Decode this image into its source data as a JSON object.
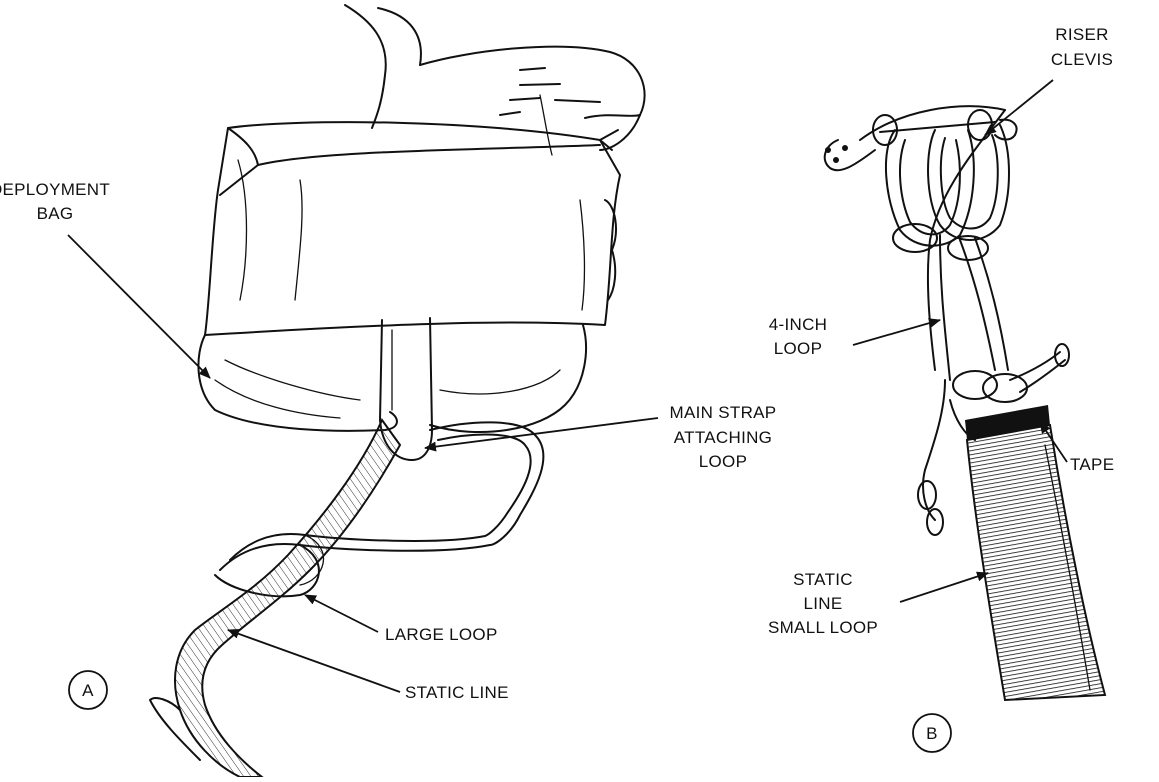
{
  "panel_a": {
    "badge": "A",
    "labels": {
      "deployment_bag": [
        "DEPLOYMENT",
        "BAG"
      ],
      "main_strap": [
        "MAIN STRAP",
        "ATTACHING",
        "LOOP"
      ],
      "large_loop": "LARGE LOOP",
      "static_line": "STATIC LINE"
    }
  },
  "panel_b": {
    "badge": "B",
    "labels": {
      "riser_clevis": [
        "RISER",
        "CLEVIS"
      ],
      "four_inch_loop": [
        "4-INCH",
        "LOOP"
      ],
      "tape": "TAPE",
      "static_line_small_loop": [
        "STATIC",
        "LINE",
        "SMALL LOOP"
      ]
    }
  }
}
